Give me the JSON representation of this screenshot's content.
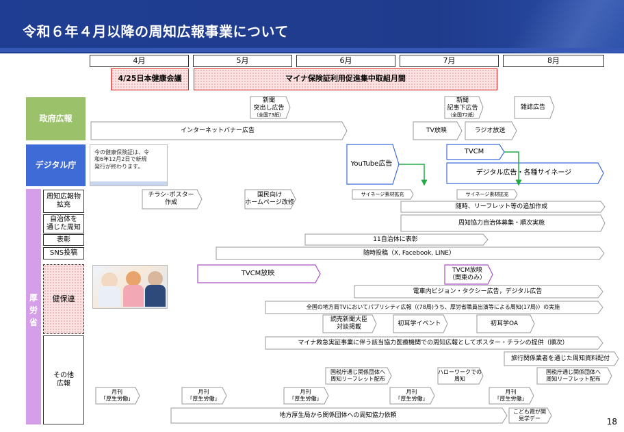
{
  "header": {
    "title": "令和６年４月以降の周知広報事業について"
  },
  "months": [
    "4月",
    "5月",
    "6月",
    "7月",
    "8月"
  ],
  "events": {
    "conference": "4/25日本健康会議",
    "campaign": "マイナ保険証利用促進集中取組月間"
  },
  "categories": {
    "gov": "政府広報",
    "digital": "デジタル庁",
    "mhlw": "厚\n労\n省"
  },
  "subcategories": {
    "materials": "周知広報物\n拡充",
    "municipal": "自治体を\n通じた周知",
    "award": "表彰",
    "sns": "SNS投稿",
    "kenporen": "健保連",
    "other": "その他\n広報"
  },
  "gov": {
    "newspaper1_title": "新聞\n突出し広告",
    "newspaper1_note": "（全国73紙）",
    "newspaper2_title": "新聞\n記事下広告",
    "newspaper2_note": "（全国72紙）",
    "magazine": "雑誌広告",
    "internet": "インターネットバナー広告",
    "tv": "TV放映",
    "radio": "ラジオ放送"
  },
  "digital": {
    "poster_text": "今の健康保険証は、令和6年12月2日で新規発行が終わります。",
    "youtube": "YouTube広告",
    "tvcm": "TVCM",
    "signage": "デジタル広告・各種サイネージ"
  },
  "mhlw": {
    "signage1": "サイネージ素材拡充",
    "signage2": "サイネージ素材拡充",
    "flyer": "チラシ･ポスター\n作成",
    "homepage": "国民向け\nホームページ改修",
    "leaflet_add": "随時、リーフレット等の追加作成",
    "municipal_recruit": "周知協力自治体募集・順次実施",
    "award_bar": "11自治体に表彰",
    "sns_bar": "随時投稿（X, Facebook, LINE）",
    "tvcm_bar": "TVCM放映",
    "tvcm_kanto": "TVCM放映\n（関東のみ）",
    "train_ad": "電車内ビジョン・タクシー広告，デジタル広告",
    "regional_tv": "全国の地方局TVにおいてパブリシティ広報（(78局)うち、厚労省職員出演等による周知(17局)）の実施",
    "yomiuri": "読売新聞大臣\n対談掲載",
    "hatsumimi_event": "初耳学イベント",
    "hatsumimi_oa": "初耳学OA",
    "emergency": "マイナ救急実証事業に伴う該当協力医療機関での周知広報としてポスター・チラシの提供（順次）",
    "travel": "旅行関係業者を通じた周知資料配付",
    "tax_leaflet1": "国税庁通じ関係団体へ\n周知リーフレット配布",
    "hellowork": "ハローワークでの\n周知",
    "tax_leaflet2": "国税庁通じ関係団体へ\n周知リーフレット配布",
    "monthly1": "月刊\n「厚生労働」",
    "monthly2": "月刊\n「厚生労働」",
    "monthly3": "月刊\n「厚生労働」",
    "monthly4": "月刊\n「厚生労働」",
    "monthly5": "月刊\n「厚生労働」",
    "regional_bureau": "地方厚生局から関係団体への周知協力依頼",
    "kids": "こども霞が関\n見学デー"
  },
  "page_number": "18",
  "colors": {
    "header": "#1f3e93",
    "gov": "#9bc16b",
    "digital": "#3f6bd6",
    "mhlw": "#d49ee9",
    "campaign_border": "#e02020",
    "connector": "#22aa44"
  }
}
